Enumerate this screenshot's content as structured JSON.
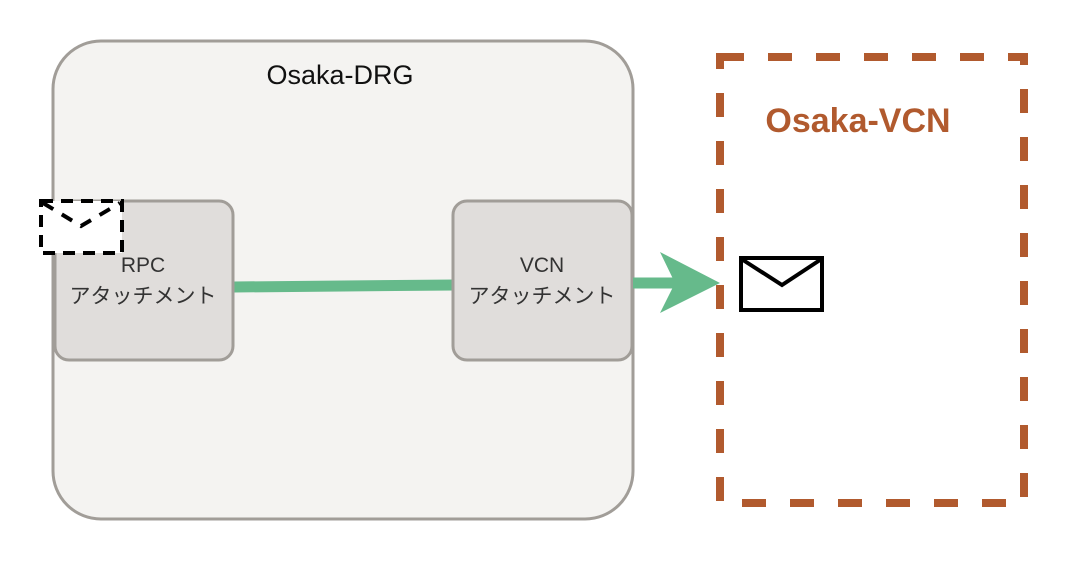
{
  "drg": {
    "title": "Osaka-DRG"
  },
  "rpc_attachment": {
    "line1": "RPC",
    "line2": "アタッチメント"
  },
  "vcn_attachment": {
    "line1": "VCN",
    "line2": "アタッチメント"
  },
  "vcn": {
    "title": "Osaka-VCN"
  },
  "icons": {
    "rpc_envelope": "envelope-dashed-icon",
    "vcn_envelope": "envelope-icon"
  },
  "colors": {
    "drg_fill": "#f4f3f1",
    "drg_stroke": "#a19d98",
    "attachment_fill": "#e0dddb",
    "connector": "#66ba8b",
    "vcn_border": "#b15a2e",
    "text_dark": "#333333"
  }
}
